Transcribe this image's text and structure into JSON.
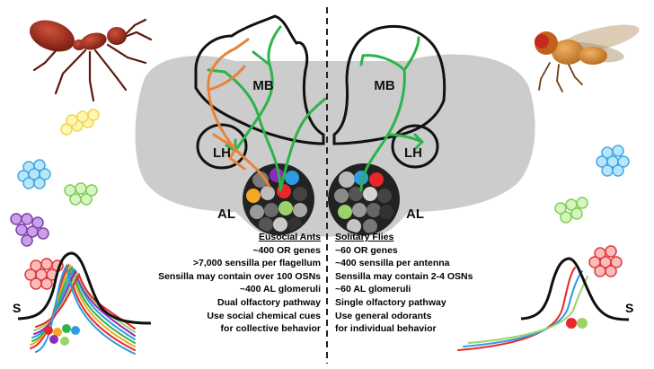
{
  "labels": {
    "mb_ant": "MB",
    "mb_fly": "MB",
    "lh_ant": "LH",
    "lh_fly": "LH",
    "al_ant": "AL",
    "al_fly": "AL",
    "s_ant": "S",
    "s_fly": "S"
  },
  "ants": {
    "heading": "Eusocial Ants",
    "lines": [
      "~400 OR genes",
      ">7,000 sensilla per flagellum",
      "Sensilla may contain over 100 OSNs",
      "~400 AL glomeruli",
      "Dual olfactory pathway",
      "Use social chemical cues",
      "for collective behavior"
    ]
  },
  "flies": {
    "heading": "Solitary Flies",
    "lines": [
      "~60 OR genes",
      "~400 sensilla per antenna",
      "Sensilla may contain 2-4 OSNs",
      "~60 AL glomeruli",
      "Single olfactory pathway",
      "Use general odorants",
      "for individual behavior"
    ]
  },
  "colors": {
    "brain": "#cccccc",
    "outline": "#111111",
    "green_tract": "#2db34a",
    "orange_tract": "#e8843a",
    "divider": "#222222"
  },
  "icons": {
    "ant": "red-ant-icon",
    "fly": "fruit-fly-icon"
  }
}
